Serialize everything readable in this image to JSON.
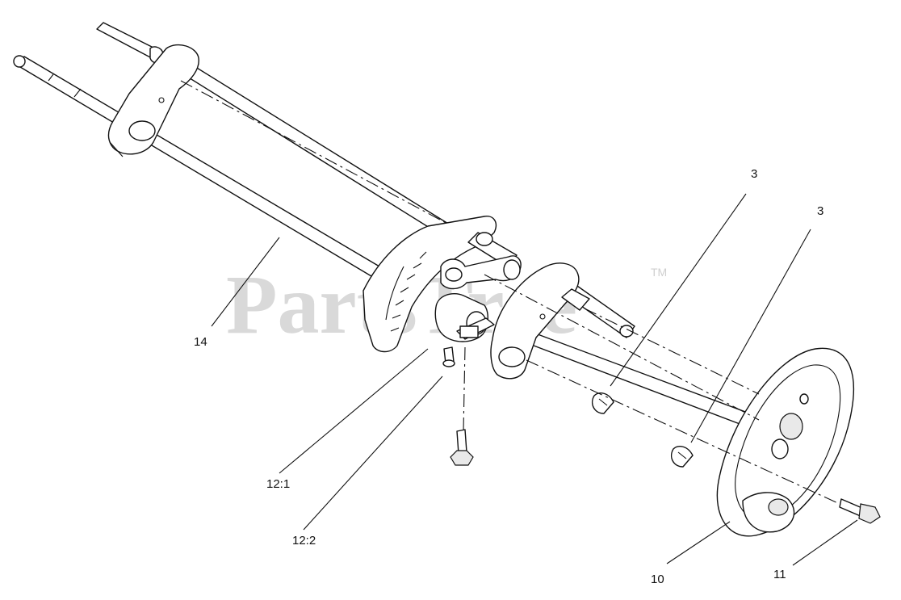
{
  "watermark": {
    "text": "PartsTree",
    "trademark": "TM",
    "color": "#d9d9d9"
  },
  "callouts": [
    {
      "id": "c14",
      "label": "14"
    },
    {
      "id": "c12-1",
      "label": "12:1"
    },
    {
      "id": "c12-2",
      "label": "12:2"
    },
    {
      "id": "c3a",
      "label": "3"
    },
    {
      "id": "c3b",
      "label": "3"
    },
    {
      "id": "c10",
      "label": "10"
    },
    {
      "id": "c11",
      "label": "11"
    }
  ]
}
